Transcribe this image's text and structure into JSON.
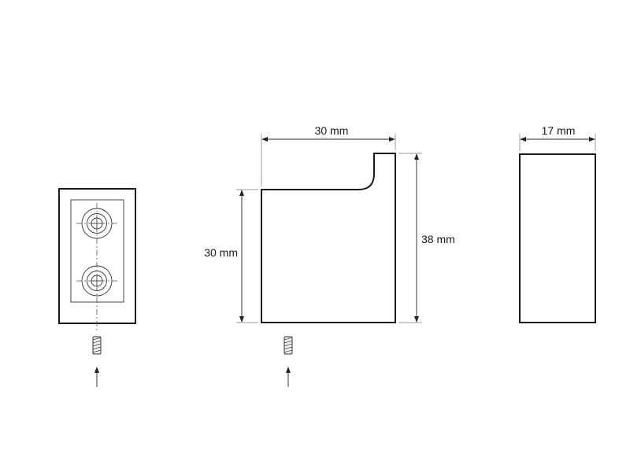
{
  "dimensions": {
    "side_width": "30 mm",
    "side_height_body": "30 mm",
    "side_height_total": "38 mm",
    "end_width": "17 mm"
  },
  "colors": {
    "line": "#1a1a1a",
    "background": "#ffffff"
  },
  "icons": [
    "screw-icon",
    "arrow-up-icon",
    "mounting-hole-icon"
  ]
}
